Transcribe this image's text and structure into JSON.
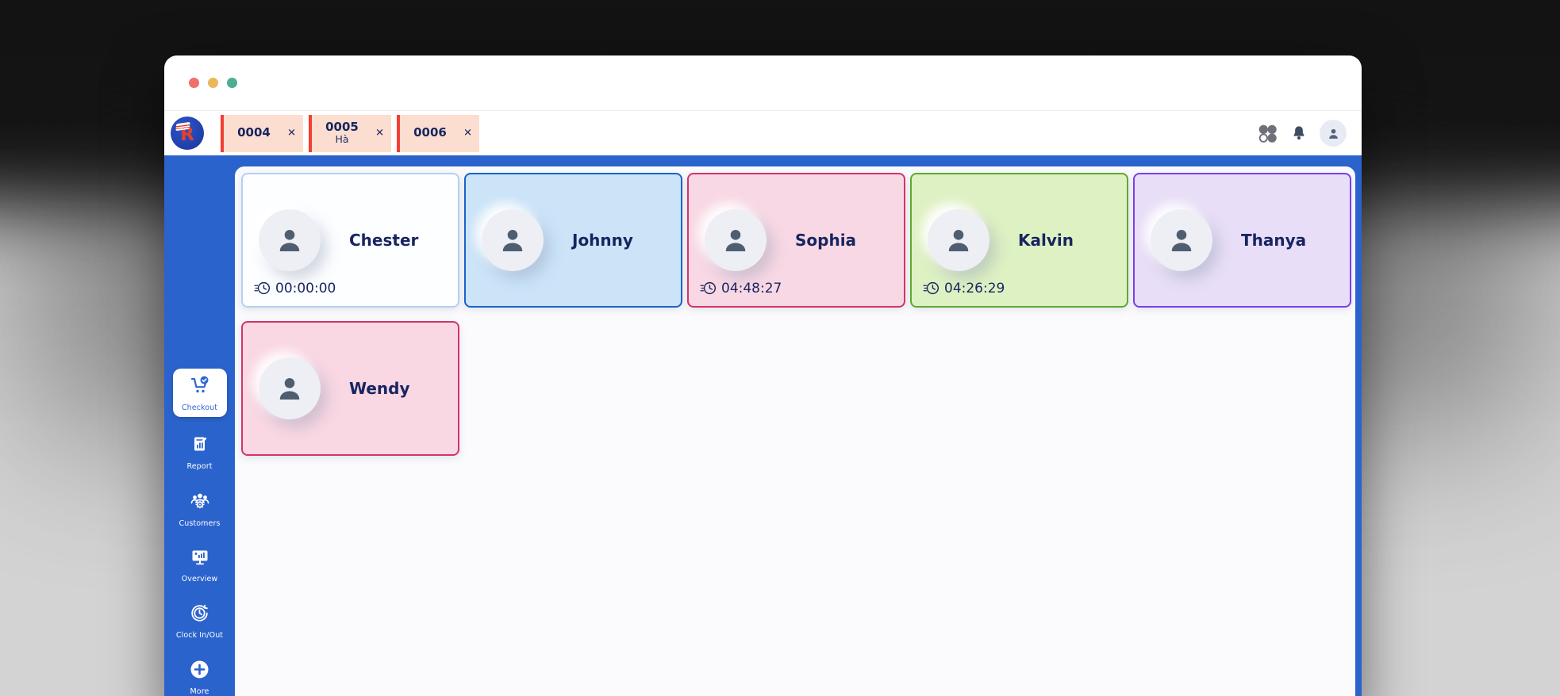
{
  "window": {
    "traffic_lights": [
      {
        "name": "close",
        "color": "#f0706a"
      },
      {
        "name": "minimize",
        "color": "#e9b859"
      },
      {
        "name": "zoom",
        "color": "#4cae92"
      }
    ]
  },
  "tabbar": {
    "logo_letter": "R",
    "close_glyph": "✕",
    "tabs": [
      {
        "label": "0004"
      },
      {
        "label": "0005",
        "subtitle": "Hà"
      },
      {
        "label": "0006"
      }
    ]
  },
  "header": {
    "icons": [
      "apps",
      "notifications",
      "profile"
    ]
  },
  "sidebar": {
    "items": [
      {
        "label": "Checkout",
        "active": true
      },
      {
        "label": "Report"
      },
      {
        "label": "Customers"
      },
      {
        "label": "Overview"
      },
      {
        "label": "Clock In/Out"
      },
      {
        "label": "More"
      }
    ]
  },
  "staff_cards": [
    {
      "name": "Chester",
      "time": "00:00:00",
      "bg": "#fdfeff",
      "border": "#b7cff3"
    },
    {
      "name": "Johnny",
      "bg": "#cbe4f8",
      "border": "#1a64c8"
    },
    {
      "name": "Sophia",
      "time": "04:48:27",
      "bg": "#f8d8e4",
      "border": "#d4336b"
    },
    {
      "name": "Kalvin",
      "time": "04:26:29",
      "bg": "#def1c3",
      "border": "#5fa930"
    },
    {
      "name": "Thanya",
      "bg": "#e8def7",
      "border": "#7a3fe9"
    },
    {
      "name": "Wendy",
      "bg": "#f9d7e3",
      "border": "#d4336b"
    }
  ],
  "colors": {
    "sidebar_blue": "#2b63cd",
    "tab_bg": "#fbded0",
    "tab_accent": "#f23f33",
    "text_navy": "#17255f"
  }
}
